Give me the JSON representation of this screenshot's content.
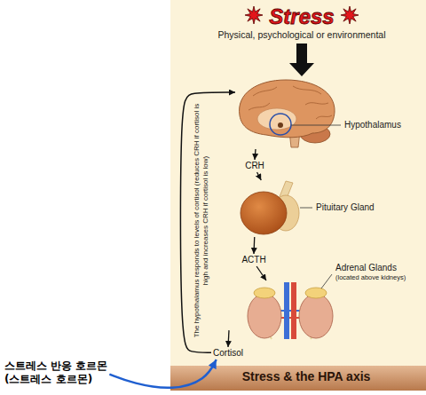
{
  "diagram": {
    "title": "Stress & the HPA axis",
    "nodes": [
      {
        "text": [
          "Stress",
          "Physical, psychological or environmental"
        ]
      },
      {
        "text": [
          "Hypothalamus"
        ]
      },
      {
        "text": [
          "CRH"
        ]
      },
      {
        "text": [
          "Pituitary Gland"
        ]
      },
      {
        "text": [
          "ACTH"
        ]
      },
      {
        "text": [
          "Adrenal Glands",
          "(located above kidneys)"
        ]
      },
      {
        "text": [
          "Cortisol"
        ]
      },
      {
        "text": [
          "스트레스 반응 호르몬",
          "(스트레스 호르몬)"
        ]
      }
    ],
    "edges": [
      {
        "from": 0,
        "to": 1,
        "arrow": "to"
      },
      {
        "from": 1,
        "to": 2,
        "arrow": "to"
      },
      {
        "from": 2,
        "to": 3,
        "arrow": "to"
      },
      {
        "from": 3,
        "to": 4,
        "arrow": "to"
      },
      {
        "from": 4,
        "to": 5,
        "arrow": "to"
      },
      {
        "from": 5,
        "to": 6,
        "arrow": "to"
      },
      {
        "from": 6,
        "to": 1,
        "arrow": "to",
        "label": "The hypothalamus responds to levels of cortisol (reduces CRH if cortisol is high and increases CRH if cortisol is low)"
      },
      {
        "from": 7,
        "to": 6,
        "arrow": "to"
      }
    ]
  }
}
